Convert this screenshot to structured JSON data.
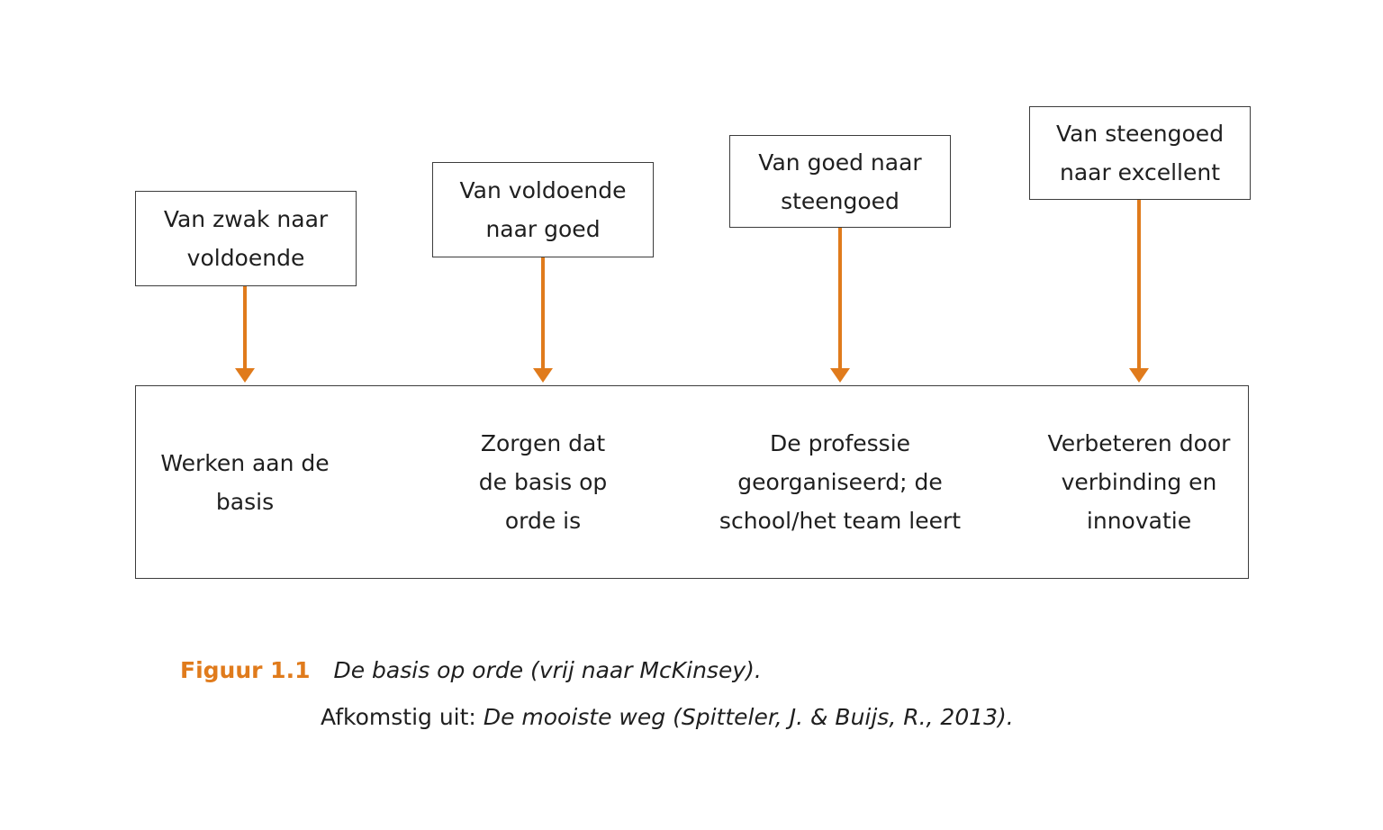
{
  "colors": {
    "accent": "#E07B1C",
    "border": "#3c3c3c",
    "text": "#1f1f1f"
  },
  "stages": [
    {
      "label": [
        "Van zwak naar",
        "voldoende"
      ],
      "base": [
        "Werken aan de",
        "basis"
      ]
    },
    {
      "label": [
        "Van voldoende",
        "naar goed"
      ],
      "base": [
        "Zorgen dat",
        "de basis op",
        "orde is"
      ]
    },
    {
      "label": [
        "Van goed naar",
        "steengoed"
      ],
      "base": [
        "De professie",
        "georganiseerd; de",
        "school/het team leert"
      ]
    },
    {
      "label": [
        "Van steengoed",
        "naar excellent"
      ],
      "base": [
        "Verbeteren door",
        "verbinding en",
        "innovatie"
      ]
    }
  ],
  "caption": {
    "figure_label": "Figuur 1.1",
    "title": "De basis op orde (vrij naar McKinsey).",
    "source_prefix": "Afkomstig uit: ",
    "source": "De mooiste weg (Spitteler, J. & Buijs, R., 2013)."
  }
}
